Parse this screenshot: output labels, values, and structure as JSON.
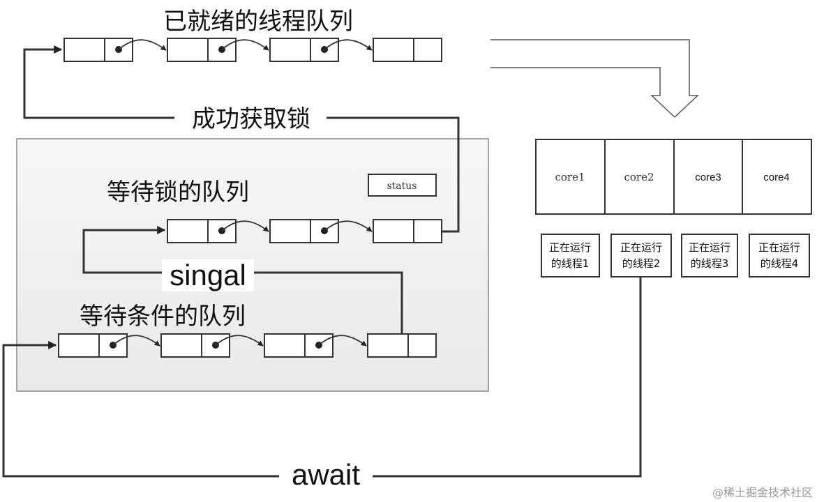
{
  "ready_queue": {
    "title": "已就绪的线程队列"
  },
  "lock_acquired_label": "成功获取锁",
  "wait_lock_queue": {
    "title": "等待锁的队列",
    "status_label": "status"
  },
  "signal_label": "singal",
  "condition_queue": {
    "title": "等待条件的队列"
  },
  "await_label": "await",
  "cpu": {
    "cores": [
      {
        "name": "core1",
        "thread": [
          "正在运行",
          "的线程1"
        ]
      },
      {
        "name": "core2",
        "thread": [
          "正在运行",
          "的线程2"
        ]
      },
      {
        "name": "core3",
        "thread": [
          "正在运行",
          "的线程3"
        ]
      },
      {
        "name": "core4",
        "thread": [
          "正在运行",
          "的线程4"
        ]
      }
    ]
  },
  "watermark": "@稀土掘金技术社区",
  "colors": {
    "stroke": "#333333",
    "panel_fill": "#f2f2f2",
    "panel_stroke": "#888888"
  }
}
